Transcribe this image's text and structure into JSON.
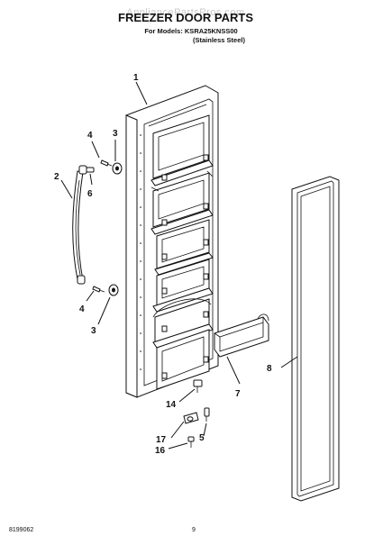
{
  "header": {
    "watermark": "AppliancePartsPros.com",
    "title": "FREEZER DOOR PARTS",
    "models_line": "For Models: KSRA25KNSS00",
    "finish_line": "(Stainless Steel)"
  },
  "callouts": {
    "door": "1",
    "handle": "2",
    "upper_spacer": "3",
    "upper_screw": "4",
    "upper_pin": "6",
    "lower_screw": "4",
    "lower_spacer": "3",
    "bin": "7",
    "gasket": "8",
    "hinge_screw": "14",
    "lower_pin": "5",
    "cam": "17",
    "bottom_screw": "16"
  },
  "footer": {
    "doc_number": "8199062",
    "page_number": "9"
  }
}
